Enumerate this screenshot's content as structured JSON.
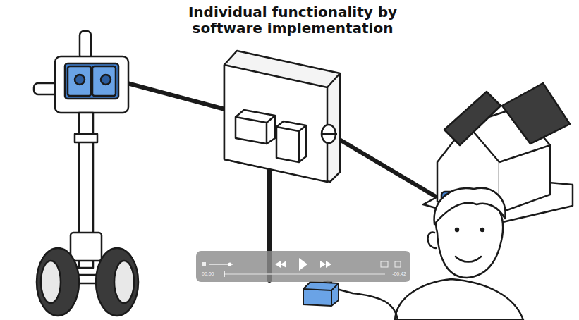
{
  "diagram": {
    "title": "Individual functionality by software implementation",
    "labels": [
      "00:00",
      "-00:42"
    ]
  }
}
